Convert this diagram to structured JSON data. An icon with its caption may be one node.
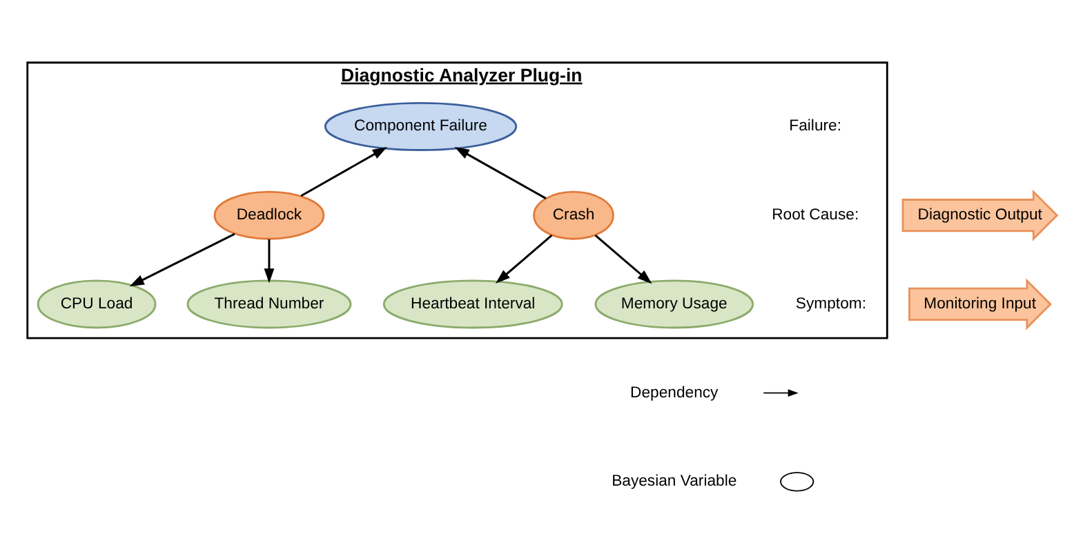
{
  "diagram": {
    "nodes": [
      {
        "text": [
          "Diagnostic Analyzer Plug-in"
        ]
      },
      {
        "text": [
          "Component Failure"
        ],
        "in": 0
      },
      {
        "text": [
          "Deadlock"
        ],
        "in": 0
      },
      {
        "text": [
          "Crash"
        ],
        "in": 0
      },
      {
        "text": [
          "CPU Load"
        ],
        "in": 0
      },
      {
        "text": [
          "Thread Number"
        ],
        "in": 0
      },
      {
        "text": [
          "Heartbeat Interval"
        ],
        "in": 0
      },
      {
        "text": [
          "Memory Usage"
        ],
        "in": 0
      },
      {
        "text": [
          "Monitoring Input"
        ]
      },
      {
        "text": [
          "Diagnostic Output"
        ]
      }
    ],
    "edges": [
      {
        "from": 2,
        "to": 1,
        "arrow": "to"
      },
      {
        "from": 3,
        "to": 1,
        "arrow": "to"
      },
      {
        "from": 2,
        "to": 4,
        "arrow": "to"
      },
      {
        "from": 2,
        "to": 5,
        "arrow": "to"
      },
      {
        "from": 3,
        "to": 6,
        "arrow": "to"
      },
      {
        "from": 3,
        "to": 7,
        "arrow": "to"
      }
    ],
    "labels": [
      "Failure:",
      "Root Cause:",
      "Symptom:"
    ],
    "legend": [
      {
        "text": "Dependency"
      },
      {
        "text": "Bayesian Variable"
      }
    ]
  }
}
